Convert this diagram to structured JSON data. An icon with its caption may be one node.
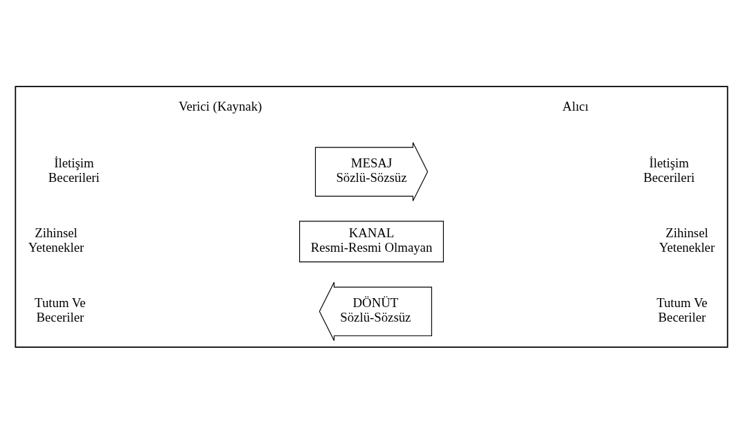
{
  "diagram": {
    "nodes": [
      {
        "text": [],
        "shape": "box"
      },
      {
        "text": [
          "MESAJ",
          "Sözlü-Sözsüz"
        ],
        "in": 0
      },
      {
        "text": [
          "KANAL",
          "Resmi-Resmi Olmayan"
        ],
        "in": 0
      },
      {
        "text": [
          "DÖNÜT",
          "Sözlü-Sözsüz"
        ],
        "in": 0
      }
    ],
    "labels": [
      "Verici (Kaynak)",
      "Alıcı",
      "İletişim Becerileri",
      "İletişim Becerileri",
      "Zihinsel Yetenekler",
      "Zihinsel Yetenekler",
      "Tutum Ve Beceriler",
      "Tutum Ve Beceriler"
    ]
  }
}
